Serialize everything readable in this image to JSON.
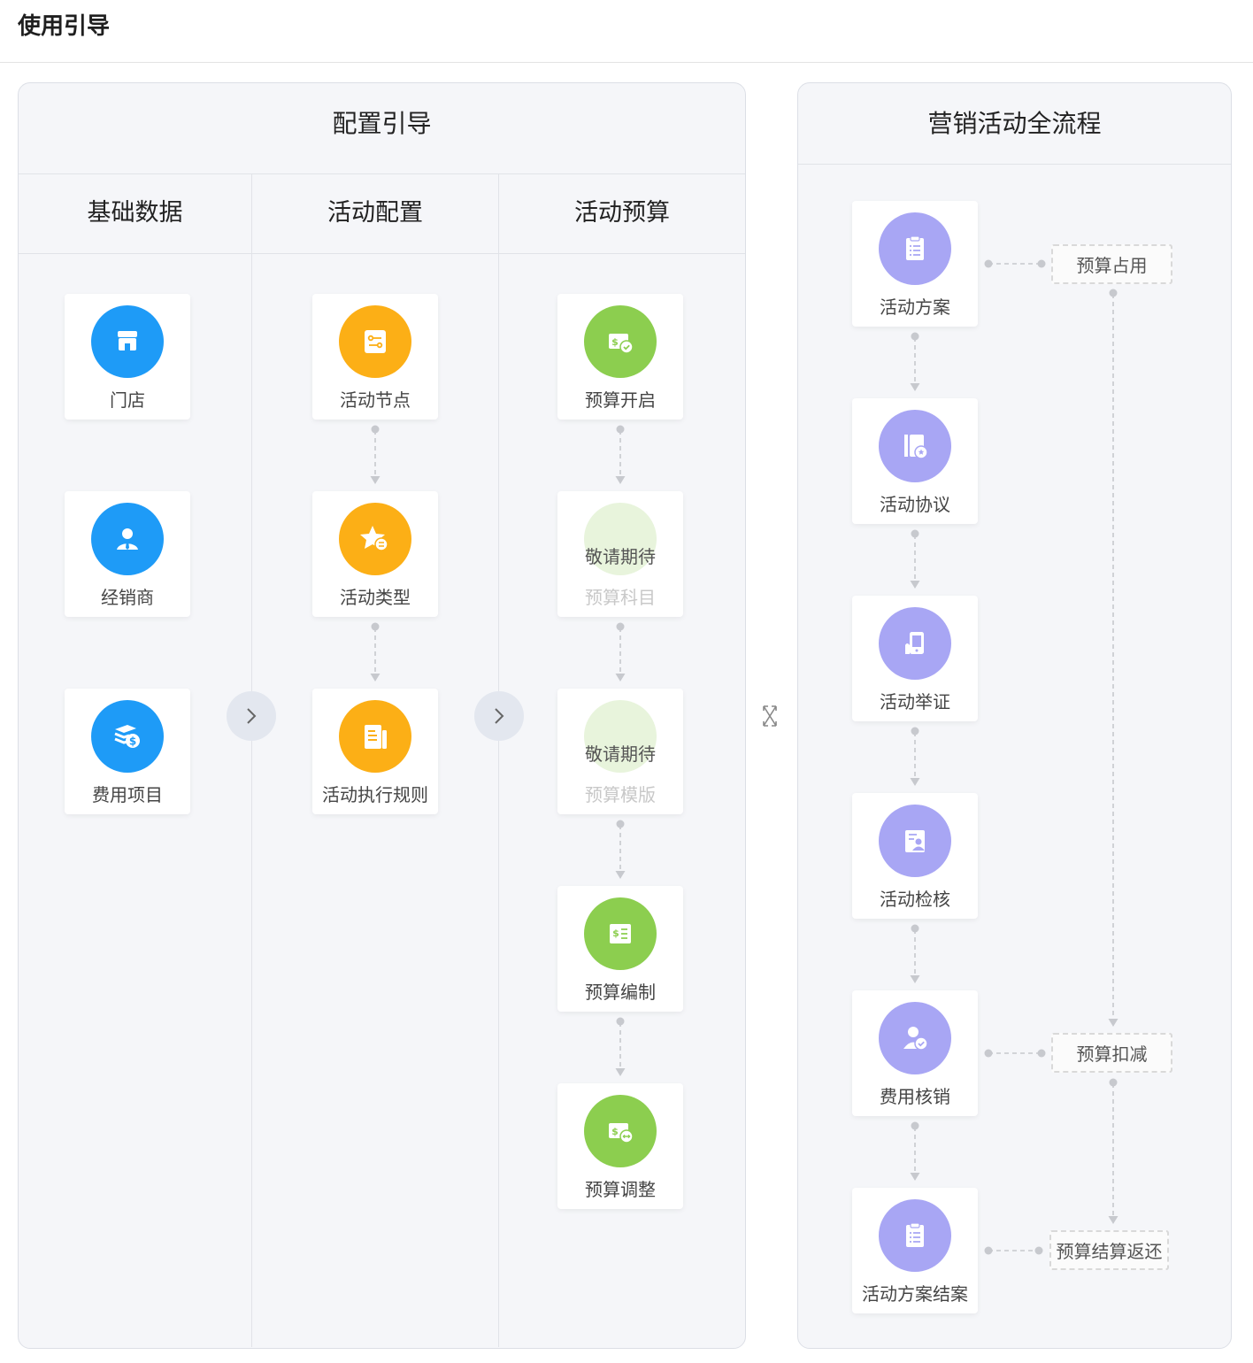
{
  "page": {
    "title": "使用引导"
  },
  "config_guide": {
    "title": "配置引导",
    "columns": [
      {
        "title": "基础数据",
        "cards": [
          {
            "label": "门店",
            "icon": "store-icon",
            "color": "#1e9bf7"
          },
          {
            "label": "经销商",
            "icon": "dealer-icon",
            "color": "#1e9bf7"
          },
          {
            "label": "费用项目",
            "icon": "money-stack-icon",
            "color": "#1e9bf7"
          }
        ]
      },
      {
        "title": "活动配置",
        "cards": [
          {
            "label": "活动节点",
            "icon": "node-settings-icon",
            "color": "#fcaf16"
          },
          {
            "label": "活动类型",
            "icon": "star-type-icon",
            "color": "#fcaf16"
          },
          {
            "label": "活动执行规则",
            "icon": "rule-document-icon",
            "color": "#fcaf16"
          }
        ]
      },
      {
        "title": "活动预算",
        "cards": [
          {
            "label": "预算开启",
            "icon": "budget-open-icon",
            "color": "#8cce4f"
          },
          {
            "label": "预算科目",
            "icon": "budget-subject-icon",
            "color": "#8cce4f",
            "disabled": true,
            "overlay": "敬请期待"
          },
          {
            "label": "预算模版",
            "icon": "budget-template-icon",
            "color": "#8cce4f",
            "disabled": true,
            "overlay": "敬请期待"
          },
          {
            "label": "预算编制",
            "icon": "budget-compile-icon",
            "color": "#8cce4f"
          },
          {
            "label": "预算调整",
            "icon": "budget-adjust-icon",
            "color": "#8cce4f"
          }
        ]
      }
    ]
  },
  "marketing_flow": {
    "title": "营销活动全流程",
    "steps": [
      {
        "label": "活动方案",
        "icon": "clipboard-icon"
      },
      {
        "label": "活动协议",
        "icon": "agreement-icon"
      },
      {
        "label": "活动举证",
        "icon": "evidence-phone-icon"
      },
      {
        "label": "活动检核",
        "icon": "inspection-icon"
      },
      {
        "label": "费用核销",
        "icon": "verify-user-icon"
      },
      {
        "label": "活动方案结案",
        "icon": "clipboard-icon"
      }
    ],
    "budget_boxes": [
      "预算占用",
      "预算扣减",
      "预算结算返还"
    ]
  },
  "colors": {
    "blue": "#1e9bf7",
    "orange": "#fcaf16",
    "green": "#8cce4f",
    "purple": "#a8a6f4"
  }
}
